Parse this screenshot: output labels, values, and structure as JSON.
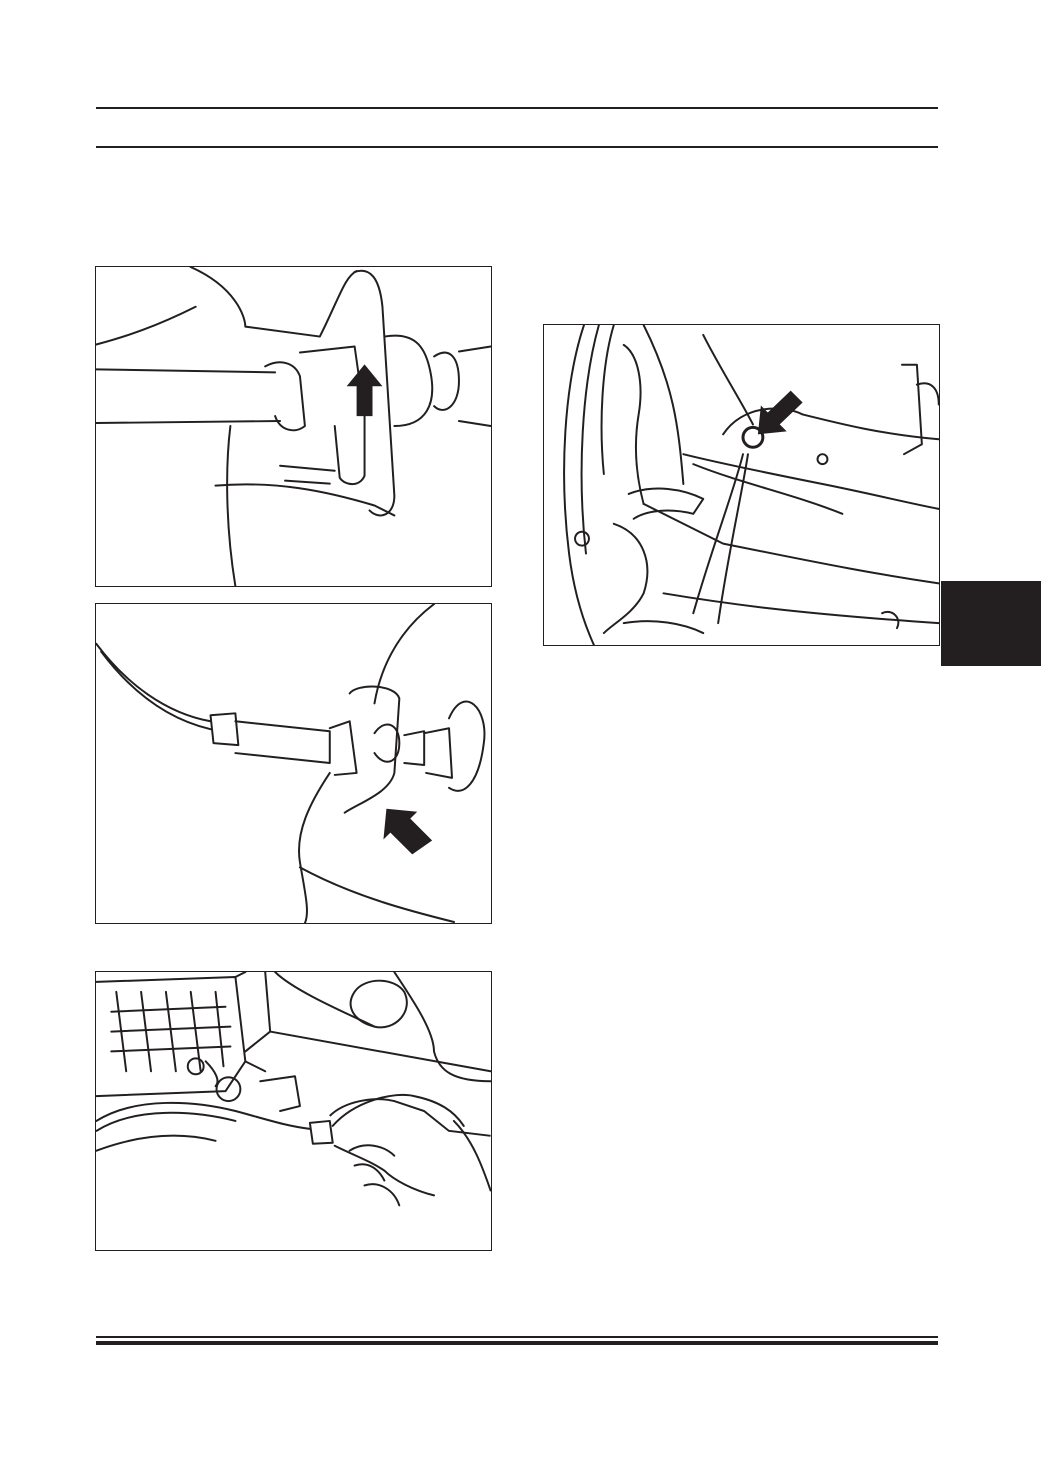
{
  "page": {
    "colors": {
      "ink": "#231f20",
      "paper": "#ffffff",
      "tab": "#231f20"
    },
    "figures": [
      {
        "name": "cable-clip-release",
        "icon": "arrow-up-icon"
      },
      {
        "name": "cable-grommet-push",
        "icon": "arrow-diagonal-icon"
      },
      {
        "name": "cable-fuse-box-route",
        "icon": "hand-icon"
      },
      {
        "name": "bulkhead-grommet",
        "icon": "arrow-diagonal-icon"
      }
    ]
  }
}
